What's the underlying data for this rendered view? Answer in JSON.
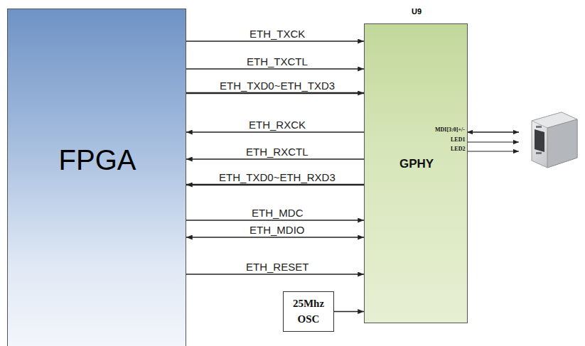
{
  "diagram": {
    "nodes": [
      {
        "text": [
          "FPGA"
        ]
      },
      {
        "text": [
          "U9",
          "GPHY"
        ]
      },
      {
        "text": [
          "25Mhz OSC"
        ]
      }
    ],
    "edges": [
      {
        "from": 0,
        "to": 1,
        "arrow": "to",
        "label": "ETH_TXCK"
      },
      {
        "from": 0,
        "to": 1,
        "arrow": "to",
        "label": "ETH_TXCTL"
      },
      {
        "from": 0,
        "to": 1,
        "arrow": "to",
        "label": "ETH_TXD0~ETH_TXD3"
      },
      {
        "from": 1,
        "to": 0,
        "arrow": "to",
        "label": "ETH_RXCK"
      },
      {
        "from": 1,
        "to": 0,
        "arrow": "to",
        "label": "ETH_RXCTL"
      },
      {
        "from": 1,
        "to": 0,
        "arrow": "to",
        "label": "ETH_TXD0~ETH_RXD3"
      },
      {
        "from": 0,
        "to": 1,
        "arrow": "to",
        "label": "ETH_MDC"
      },
      {
        "from": 0,
        "to": 1,
        "arrow": "both",
        "label": "ETH_MDIO"
      },
      {
        "from": 0,
        "to": 1,
        "arrow": "to",
        "label": "ETH_RESET"
      },
      {
        "from": 2,
        "to": 1,
        "arrow": "to"
      }
    ],
    "labels": [
      "MDI[3:0]+/-",
      "LED1",
      "LED2"
    ]
  }
}
